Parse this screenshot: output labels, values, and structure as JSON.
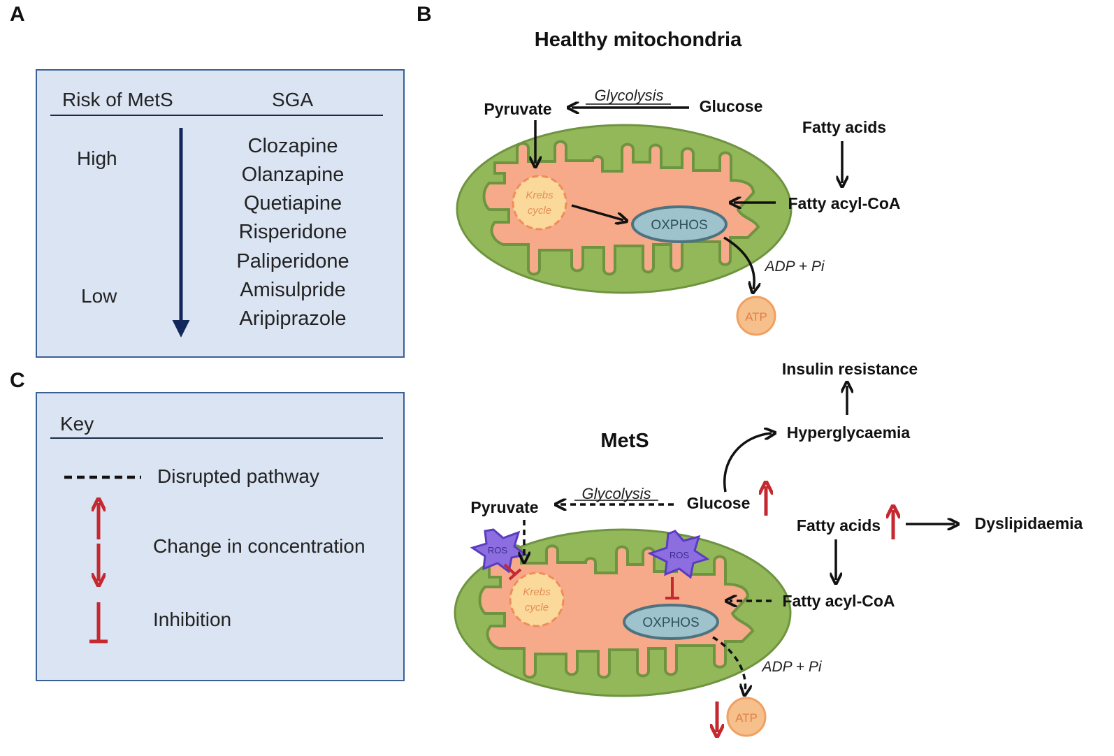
{
  "panels": {
    "a": "A",
    "b": "B",
    "c": "C"
  },
  "panel_a": {
    "col_risk": "Risk of MetS",
    "col_sga": "SGA",
    "high": "High",
    "low": "Low",
    "drugs": [
      "Clozapine",
      "Olanzapine",
      "Quetiapine",
      "Risperidone",
      "Paliperidone",
      "Amisulpride",
      "Aripiprazole"
    ]
  },
  "panel_c": {
    "title": "Key",
    "items": [
      "Disrupted pathway",
      "Change in concentration",
      "Inhibition"
    ]
  },
  "healthy": {
    "title": "Healthy mitochondria",
    "pyruvate": "Pyruvate",
    "glycolysis": "Glycolysis",
    "glucose": "Glucose",
    "fatty_acids": "Fatty acids",
    "fatty_acyl_coa": "Fatty acyl-CoA",
    "krebs_line1": "Krebs",
    "krebs_line2": "cycle",
    "oxphos": "OXPHOS",
    "adp_pi": "ADP + Pi",
    "atp": "ATP"
  },
  "mets": {
    "title": "MetS",
    "insulin_resistance": "Insulin resistance",
    "hyperglycaemia": "Hyperglycaemia",
    "pyruvate": "Pyruvate",
    "glycolysis": "Glycolysis",
    "glucose": "Glucose",
    "fatty_acids": "Fatty acids",
    "dyslipidaemia": "Dyslipidaemia",
    "fatty_acyl_coa": "Fatty acyl-CoA",
    "ros": "ROS",
    "krebs_line1": "Krebs",
    "krebs_line2": "cycle",
    "oxphos": "OXPHOS",
    "adp_pi": "ADP + Pi",
    "atp": "ATP"
  },
  "colors": {
    "panel_fill": "#dbe4f3",
    "panel_border": "#3a5f95",
    "arrow_navy": "#13285a",
    "red": "#c5282f",
    "outer_membrane": "#93b85a",
    "matrix": "#f6aa8a",
    "krebs_fill": "#fbd99b",
    "oxphos_fill": "#9ec3cc",
    "atp_fill": "#f6c08c",
    "ros_fill": "#8d6ee0"
  }
}
